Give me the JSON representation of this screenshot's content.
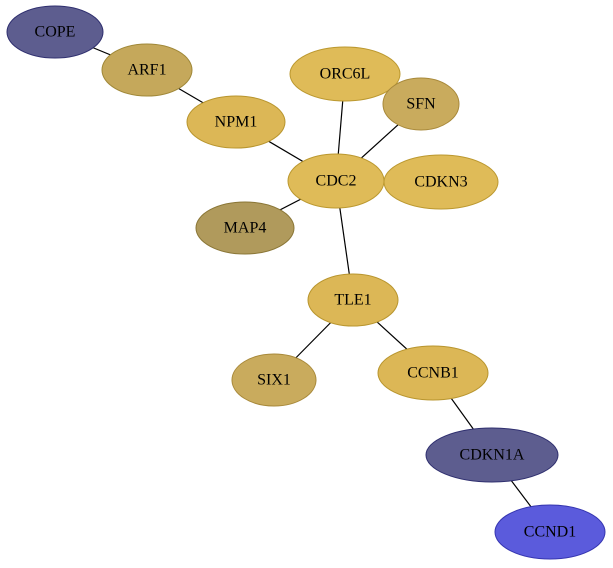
{
  "nodes": [
    {
      "id": "COPE",
      "label": "COPE",
      "color": "#5d5d8f",
      "stroke": "#2f2f6f"
    },
    {
      "id": "ARF1",
      "label": "ARF1",
      "color": "#c5a85b",
      "stroke": "#a08838"
    },
    {
      "id": "NPM1",
      "label": "NPM1",
      "color": "#dcb756",
      "stroke": "#b8952e"
    },
    {
      "id": "ORC6L",
      "label": "ORC6L",
      "color": "#dfbb58",
      "stroke": "#bb982f"
    },
    {
      "id": "SFN",
      "label": "SFN",
      "color": "#c9ab5d",
      "stroke": "#a8893a"
    },
    {
      "id": "CDC2",
      "label": "CDC2",
      "color": "#dfbb58",
      "stroke": "#bb982f"
    },
    {
      "id": "CDKN3",
      "label": "CDKN3",
      "color": "#dfbb58",
      "stroke": "#bb982f"
    },
    {
      "id": "MAP4",
      "label": "MAP4",
      "color": "#b09a5c",
      "stroke": "#8a7636"
    },
    {
      "id": "TLE1",
      "label": "TLE1",
      "color": "#dcb756",
      "stroke": "#b8952e"
    },
    {
      "id": "SIX1",
      "label": "SIX1",
      "color": "#c9ab5d",
      "stroke": "#a8893a"
    },
    {
      "id": "CCNB1",
      "label": "CCNB1",
      "color": "#dcb756",
      "stroke": "#b8952e"
    },
    {
      "id": "CDKN1A",
      "label": "CDKN1A",
      "color": "#5d5d8f",
      "stroke": "#2f2f6f"
    },
    {
      "id": "CCND1",
      "label": "CCND1",
      "color": "#5b5bdc",
      "stroke": "#3535b0"
    }
  ],
  "edges": [
    {
      "source": "COPE",
      "target": "ARF1"
    },
    {
      "source": "ARF1",
      "target": "NPM1"
    },
    {
      "source": "NPM1",
      "target": "CDC2"
    },
    {
      "source": "ORC6L",
      "target": "CDC2"
    },
    {
      "source": "SFN",
      "target": "CDC2"
    },
    {
      "source": "MAP4",
      "target": "CDC2"
    },
    {
      "source": "CDC2",
      "target": "TLE1"
    },
    {
      "source": "TLE1",
      "target": "SIX1"
    },
    {
      "source": "TLE1",
      "target": "CCNB1"
    },
    {
      "source": "CCNB1",
      "target": "CDKN1A"
    },
    {
      "source": "CDKN1A",
      "target": "CCND1"
    }
  ]
}
